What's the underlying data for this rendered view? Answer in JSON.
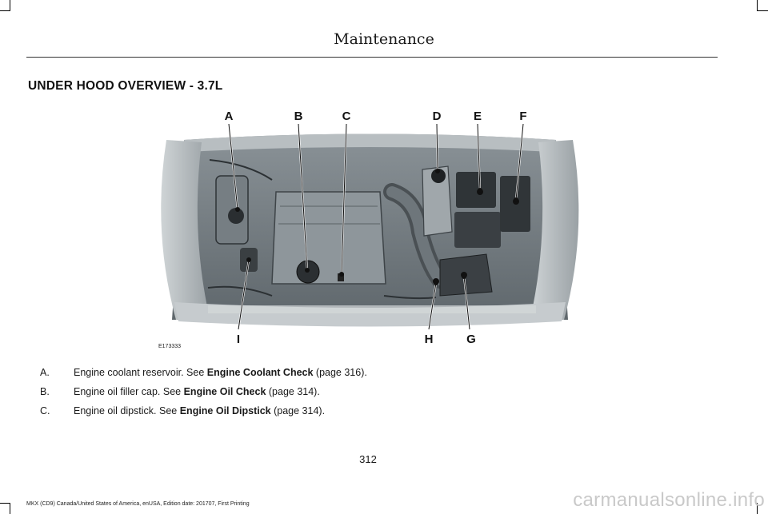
{
  "header": {
    "title": "Maintenance"
  },
  "section": {
    "title": "UNDER HOOD OVERVIEW - 3.7L"
  },
  "figure": {
    "id": "E173333",
    "callouts": {
      "A": "A",
      "B": "B",
      "C": "C",
      "D": "D",
      "E": "E",
      "F": "F",
      "G": "G",
      "H": "H",
      "I": "I"
    }
  },
  "legend": [
    {
      "letter": "A.",
      "text": "Engine coolant reservoir.  See ",
      "link": "Engine Coolant Check",
      "page": " (page 316)."
    },
    {
      "letter": "B.",
      "text": "Engine oil filler cap.  See ",
      "link": "Engine Oil Check",
      "page": " (page 314)."
    },
    {
      "letter": "C.",
      "text": "Engine oil dipstick.  See ",
      "link": "Engine Oil Dipstick",
      "page": " (page 314)."
    }
  ],
  "page_number": "312",
  "footer": {
    "text": "MKX (CD9) Canada/United States of America, enUSA, Edition date: 201707, First Printing"
  },
  "watermark": "carmanualsonline.info"
}
